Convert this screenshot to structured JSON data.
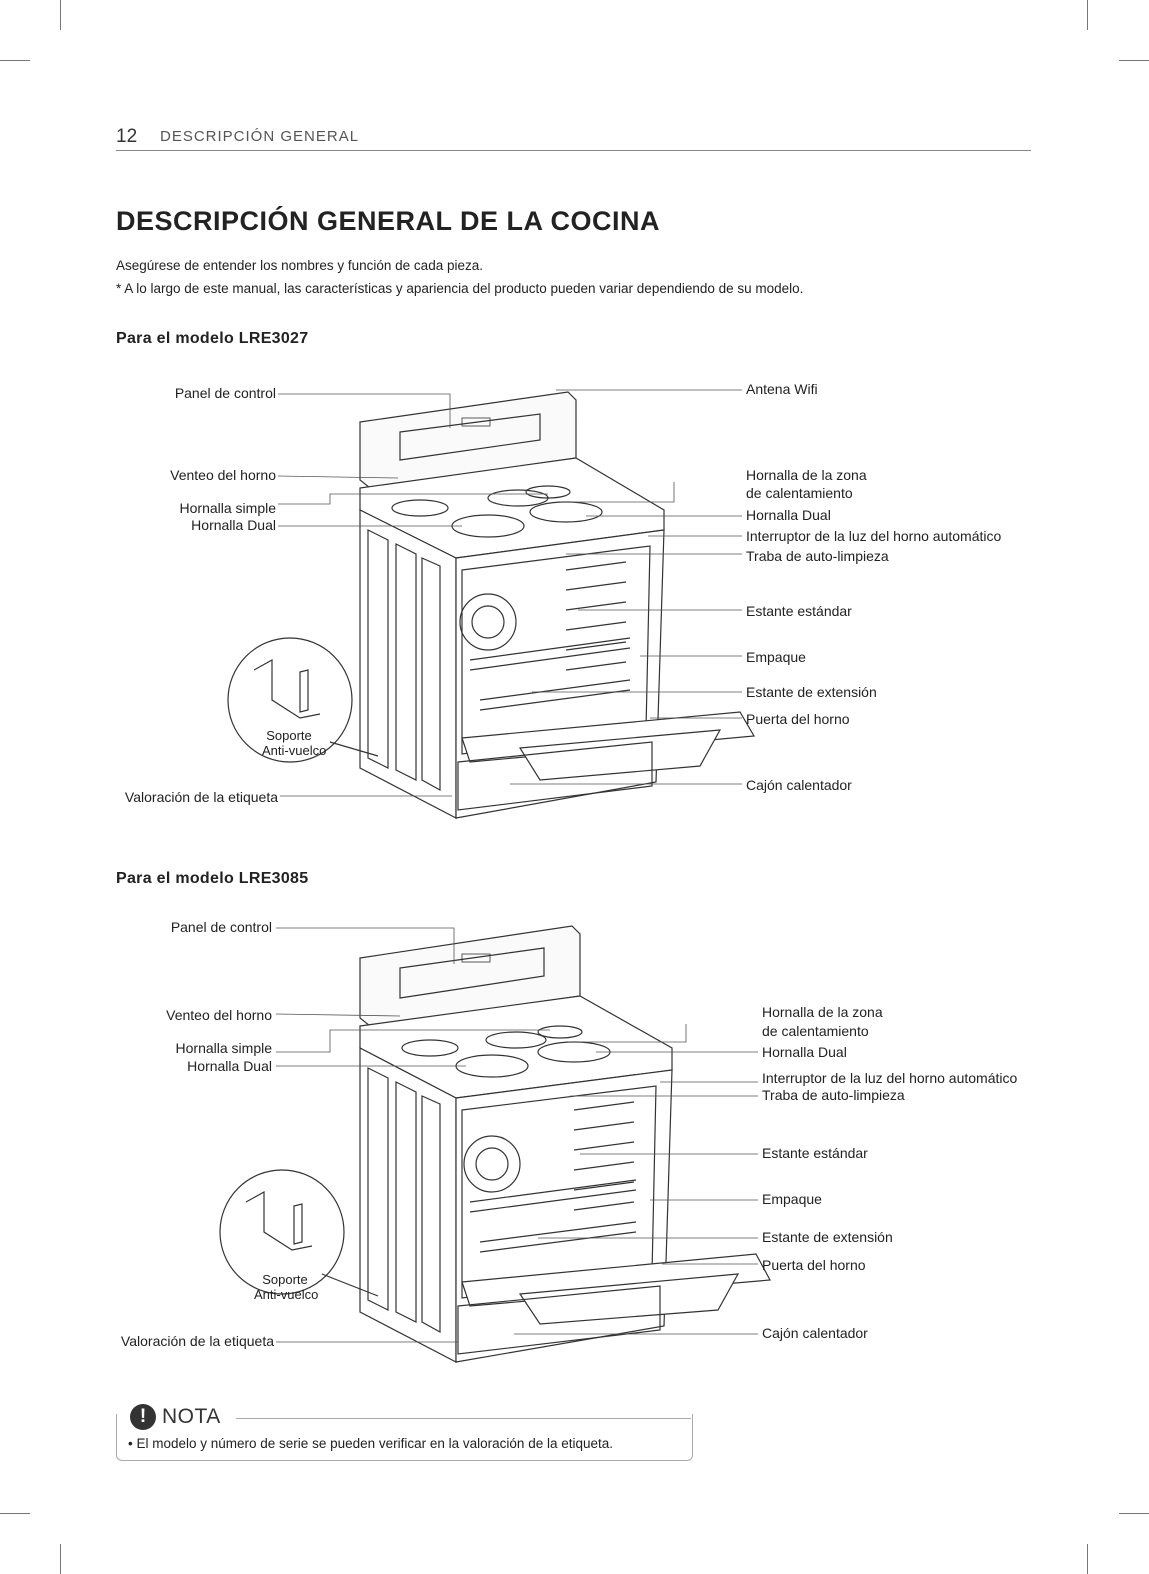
{
  "header": {
    "page_number": "12",
    "section": "DESCRIPCIÓN GENERAL"
  },
  "title": "DESCRIPCIÓN GENERAL DE LA COCINA",
  "intro": [
    "Asegúrese de entender los nombres y función de cada pieza.",
    "* A lo largo de este manual, las características y apariencia del producto pueden variar dependiendo de su modelo."
  ],
  "models": [
    {
      "heading": "Para el modelo LRE3027",
      "left_labels": [
        "Panel de control",
        "Venteo del horno",
        "Hornalla simple",
        "Hornalla Dual",
        "Valoración de la etiqueta"
      ],
      "inset_labels": [
        "Soporte",
        "Anti-vuelco"
      ],
      "right_labels": [
        "Antena Wifi",
        "Hornalla de la zona",
        "de calentamiento",
        "Hornalla Dual",
        "Interruptor de la luz del horno automático",
        "Traba de auto-limpieza",
        "Estante estándar",
        "Empaque",
        "Estante de extensión",
        "Puerta del horno",
        "Cajón calentador"
      ]
    },
    {
      "heading": "Para el modelo LRE3085",
      "left_labels": [
        "Panel de control",
        "Venteo del horno",
        "Hornalla simple",
        "Hornalla Dual",
        "Valoración de la etiqueta"
      ],
      "inset_labels": [
        "Soporte",
        "Anti-vuelco"
      ],
      "right_labels": [
        "Hornalla de la zona",
        "de calentamiento",
        "Hornalla Dual",
        "Interruptor de la luz del horno automático",
        "Traba de auto-limpieza",
        "Estante estándar",
        "Empaque",
        "Estante de extensión",
        "Puerta del horno",
        "Cajón calentador"
      ]
    }
  ],
  "note": {
    "icon": "exclamation-icon",
    "title": "NOTA",
    "text": "•  El modelo y número de serie se pueden verificar en la valoración de la etiqueta."
  }
}
